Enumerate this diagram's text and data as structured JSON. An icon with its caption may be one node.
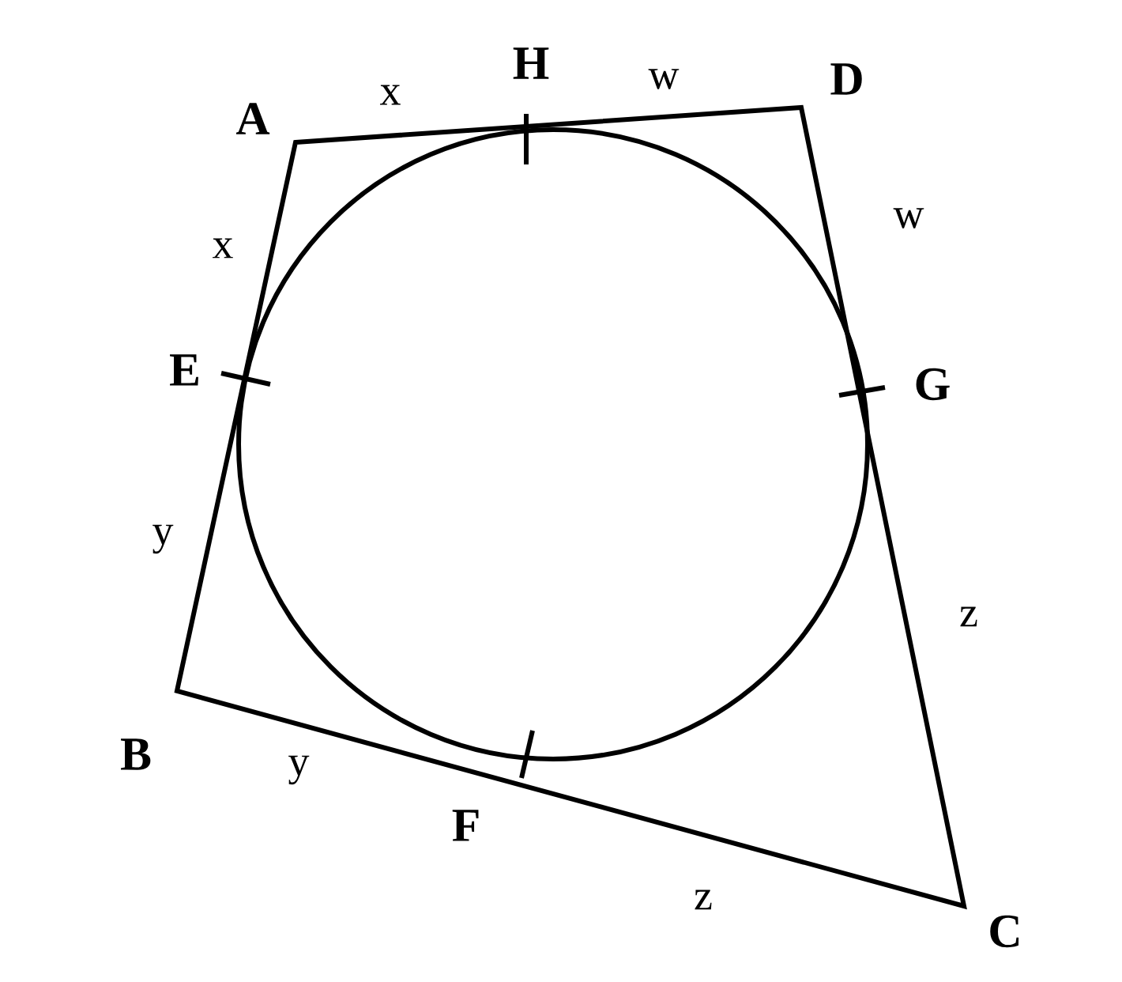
{
  "diagram": {
    "labels": [
      "H",
      "w",
      "D",
      "A",
      "x",
      "x",
      "w",
      "E",
      "G",
      "y",
      "z",
      "B",
      "y",
      "F",
      "z",
      "C"
    ]
  }
}
